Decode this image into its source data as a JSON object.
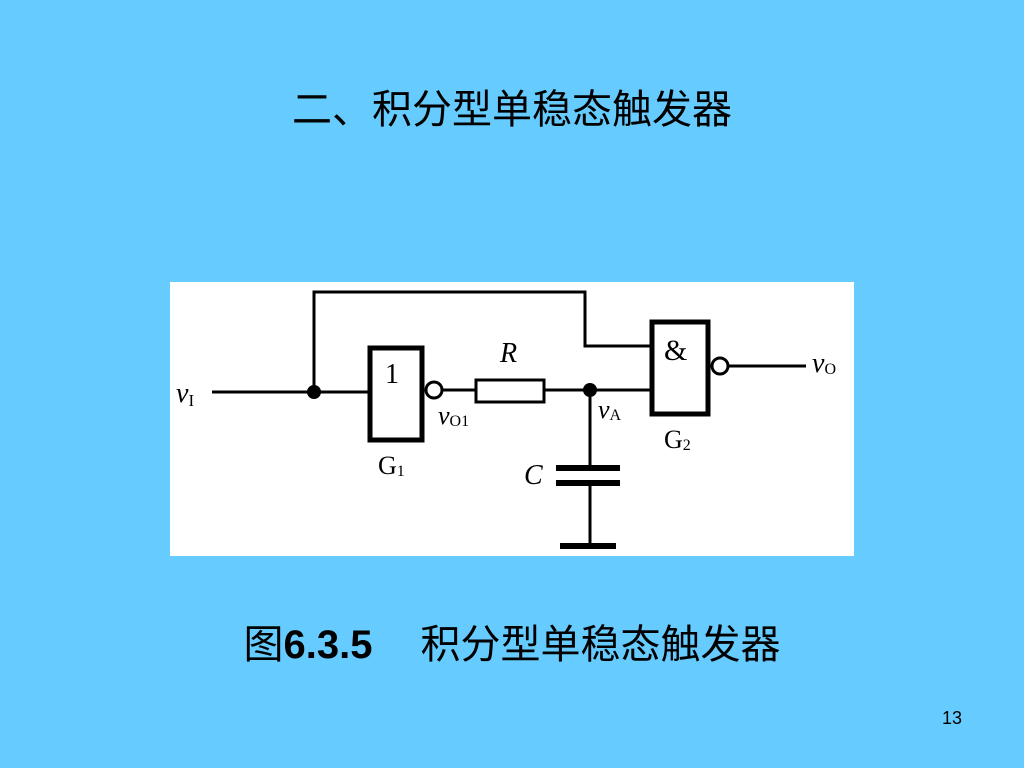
{
  "slide": {
    "title": "二、积分型单稳态触发器",
    "page_number": "13"
  },
  "figure": {
    "caption_prefix": "图",
    "caption_number": "6.3.5",
    "caption_text": "积分型单稳态触发器"
  },
  "circuit": {
    "input_label": {
      "var": "v",
      "sub": "I"
    },
    "gate1": {
      "symbol": "1",
      "name": "G",
      "sub": "1"
    },
    "gate1_output_label": {
      "var": "v",
      "sub": "O1"
    },
    "resistor_label": "R",
    "node_a_label": {
      "var": "v",
      "sub": "A"
    },
    "capacitor_label": "C",
    "gate2": {
      "symbol": "&",
      "name": "G",
      "sub": "2"
    },
    "output_label": {
      "var": "v",
      "sub": "O"
    }
  }
}
